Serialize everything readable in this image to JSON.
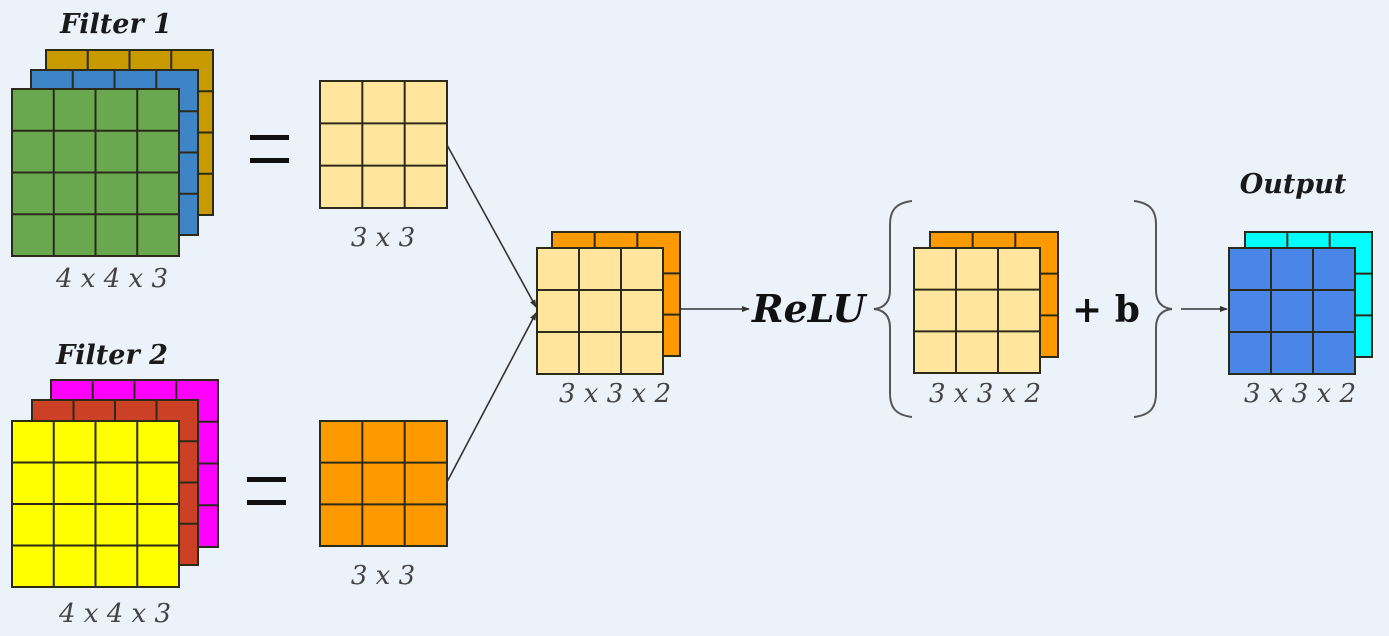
{
  "filters": [
    {
      "title": "Filter 1",
      "dims_label": "4 x 4 x 3",
      "grid_size": 4,
      "layer_colors": [
        "#c99a00",
        "#3d85c6",
        "#6aa84f"
      ],
      "result": {
        "dims_label": "3 x 3",
        "grid_size": 3,
        "color": "#ffe59e"
      }
    },
    {
      "title": "Filter 2",
      "dims_label": "4 x 4 x 3",
      "grid_size": 4,
      "layer_colors": [
        "#ff00ff",
        "#cc4125",
        "#ffff00"
      ],
      "result": {
        "dims_label": "3 x 3",
        "grid_size": 3,
        "color": "#ff9900"
      }
    }
  ],
  "operators": {
    "equals": "=",
    "relu": "ReLU",
    "plus_bias": "+ b"
  },
  "stacked": {
    "dims_label": "3 x 3 x 2",
    "grid_size": 3,
    "layer_colors": [
      "#ff9900",
      "#ffe59e"
    ]
  },
  "relu_inner": {
    "dims_label": "3 x 3 x 2",
    "grid_size": 3,
    "layer_colors": [
      "#ff9900",
      "#ffe59e"
    ]
  },
  "output": {
    "title": "Output",
    "dims_label": "3 x 3 x 2",
    "grid_size": 3,
    "layer_colors": [
      "#00ffff",
      "#4a86e8"
    ]
  },
  "colors": {
    "background": "#ecf2fa",
    "grid_line": "#2b2b1a",
    "arrow": "#333333",
    "brace": "#555555"
  }
}
